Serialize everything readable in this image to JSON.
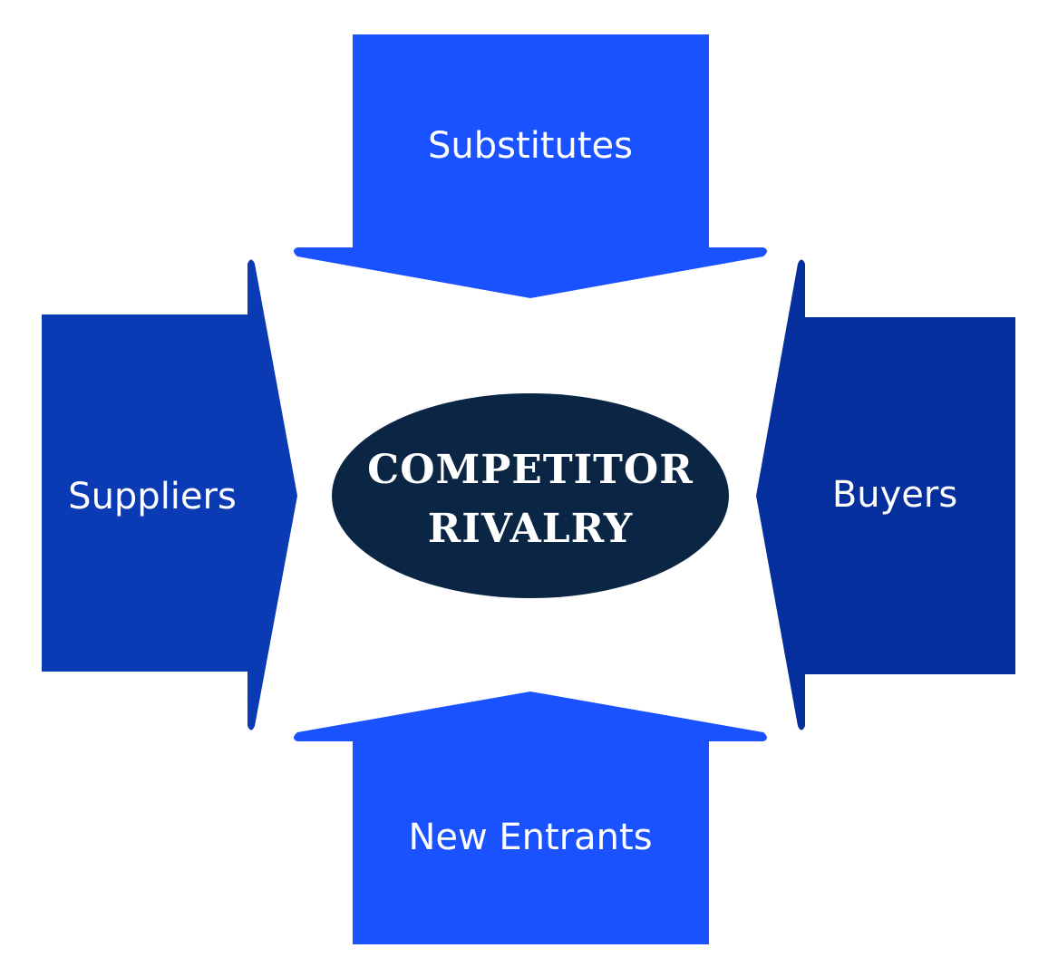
{
  "diagram": {
    "center": {
      "line1": "COMPETITOR",
      "line2": "RIVALRY",
      "color": "#0b2545"
    },
    "forces": {
      "top": {
        "label": "Substitutes",
        "color": "#1a52ff"
      },
      "bottom": {
        "label": "New Entrants",
        "color": "#1a52ff"
      },
      "left": {
        "label": "Suppliers",
        "color": "#0a3ab4"
      },
      "right": {
        "label": "Buyers",
        "color": "#042f9c"
      }
    }
  }
}
